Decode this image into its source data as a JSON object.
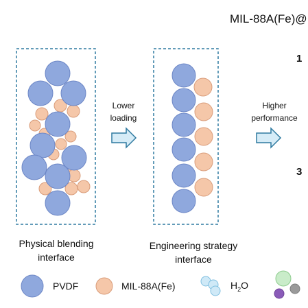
{
  "header": {
    "title": "MIL-88A(Fe)@"
  },
  "arrows": {
    "lower": {
      "line1": "Lower",
      "line2": "loading"
    },
    "higher": {
      "line1": "Higher",
      "line2": "performance"
    }
  },
  "panels": {
    "physical": {
      "line1": "Physical blending",
      "line2": "interface"
    },
    "engineering": {
      "line1": "Engineering strategy",
      "line2": "interface"
    }
  },
  "side_numbers": {
    "first": "1",
    "second": "3"
  },
  "legend": {
    "pvdf": "PVDF",
    "mil": "MIL-88A(Fe)",
    "h2o_main": "H",
    "h2o_sub": "2",
    "h2o_end": "O"
  },
  "colors": {
    "pvdf_fill": "#8fa8dd",
    "pvdf_stroke": "#6d87c6",
    "mil_fill": "#f5c7a9",
    "mil_stroke": "#d99c7a",
    "box_dash": "#2f7aa0",
    "arrow_fill": "#d6ecf7",
    "arrow_stroke": "#2f7aa0",
    "h2o_fill": "#cfe9f7",
    "h2o_stroke": "#7fbfe0"
  }
}
